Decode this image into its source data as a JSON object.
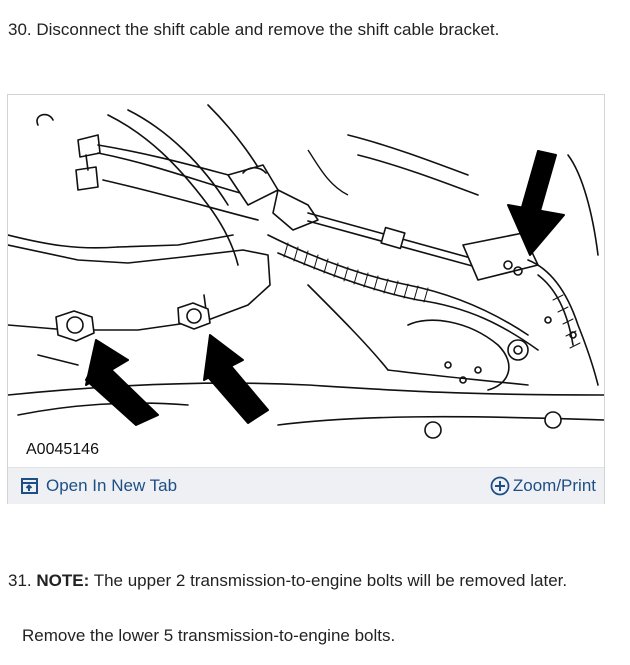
{
  "step30": {
    "text": "30. Disconnect the shift cable and remove the shift cable bracket."
  },
  "figure": {
    "id_label": "A0045146",
    "open_tab_label": "Open In New Tab",
    "zoom_print_label": "Zoom/Print",
    "icons": [
      "open-new-tab-icon",
      "zoom-plus-icon"
    ],
    "link_color": "#1d4f86",
    "footer_bg": "#eef0f4"
  },
  "step31": {
    "number": "31.",
    "note_label": "NOTE:",
    "note_text": "The upper 2 transmission-to-engine bolts will be removed later.",
    "instruction": "Remove the lower 5 transmission-to-engine bolts."
  }
}
